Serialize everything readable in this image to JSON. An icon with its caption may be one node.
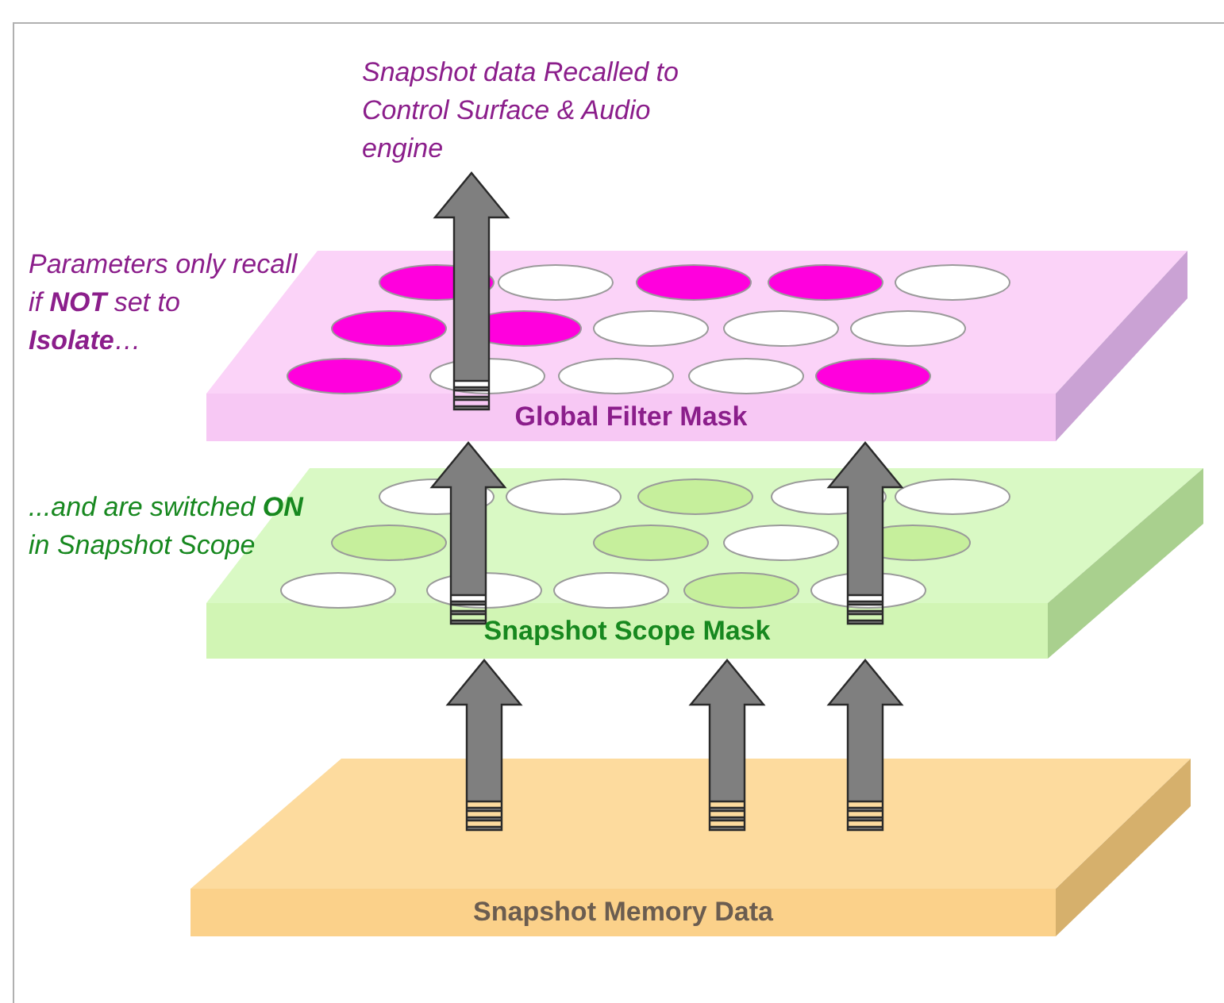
{
  "diagram": {
    "nodes": [
      {
        "text": [
          "Global Filter Mask"
        ]
      },
      {
        "text": [
          "Snapshot Scope Mask"
        ]
      },
      {
        "text": [
          "Snapshot Memory Data"
        ]
      },
      {
        "text": [
          "Snapshot data Recalled to Control Surface & Audio engine"
        ]
      }
    ],
    "edges": [
      {
        "from": 2,
        "to": 1,
        "arrow": "to"
      },
      {
        "from": 2,
        "to": 1,
        "arrow": "to"
      },
      {
        "from": 2,
        "to": 1,
        "arrow": "to"
      },
      {
        "from": 1,
        "to": 0,
        "arrow": "to"
      },
      {
        "from": 1,
        "to": 0,
        "arrow": "to"
      },
      {
        "from": 0,
        "to": 3,
        "arrow": "to"
      }
    ],
    "labels": [
      "Parameters only recall if **NOT** set to **Isolate**…",
      "...and are switched **ON** in Snapshot Scope"
    ]
  }
}
